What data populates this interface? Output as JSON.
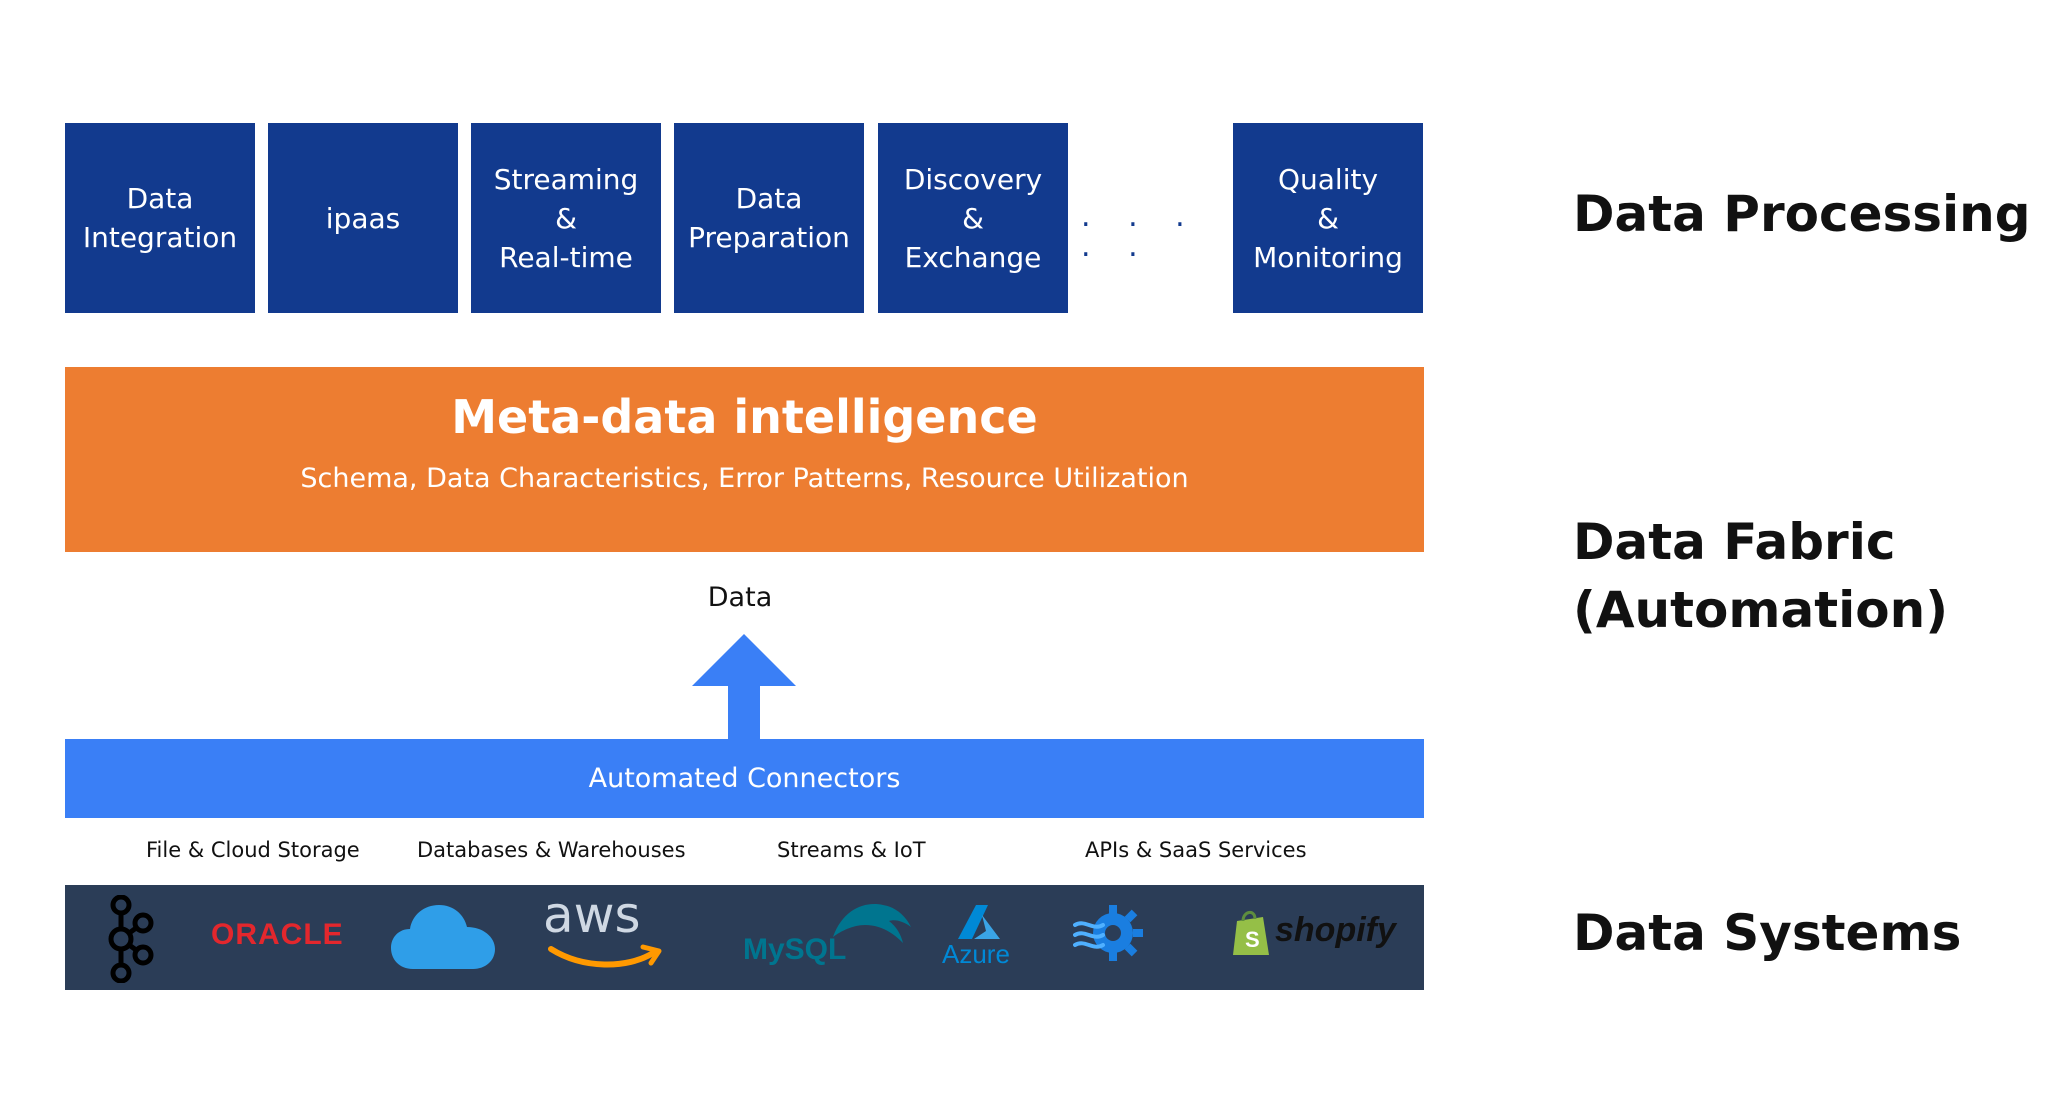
{
  "processing_boxes": [
    {
      "label": "Data\nIntegration"
    },
    {
      "label": "ipaas"
    },
    {
      "label": "Streaming\n&\nReal-time"
    },
    {
      "label": "Data\nPreparation"
    },
    {
      "label": "Discovery\n&\nExchange"
    },
    {
      "label": "Quality\n& Monitoring"
    }
  ],
  "ellipsis": ". . . . .",
  "layers": {
    "processing": "Data Processing",
    "fabric": "Data Fabric\n(Automation)",
    "systems": "Data Systems"
  },
  "meta": {
    "title": "Meta-data intelligence",
    "subtitle": "Schema, Data Characteristics, Error Patterns, Resource Utilization"
  },
  "flow_label": "Data",
  "connectors_label": "Automated Connectors",
  "categories": [
    "File & Cloud Storage",
    "Databases & Warehouses",
    "Streams & IoT",
    "APIs & SaaS Services"
  ],
  "logos": {
    "kafka": "kafka-icon",
    "oracle": "ORACLE",
    "cloud": "cloud-icon",
    "aws": "aws",
    "mysql": "MySQL",
    "azure": "Azure",
    "api_gear": "gear-icon",
    "shopify": "shopify"
  },
  "colors": {
    "box_blue": "#123a8e",
    "orange": "#ed7d31",
    "connector_blue": "#3a7ff6",
    "logo_band": "#2b3d57",
    "oracle_red": "#e3272d",
    "aws_orange": "#ff9900",
    "mysql_blue": "#00758f",
    "azure_blue": "#0089d6",
    "shopify_green": "#95bf47"
  }
}
